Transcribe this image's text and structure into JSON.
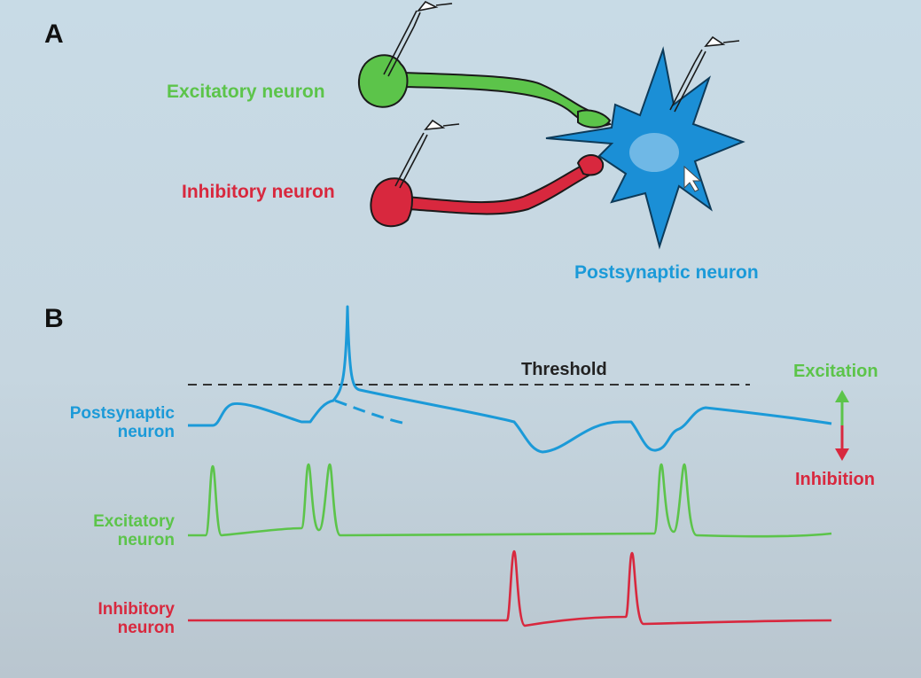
{
  "panel_a": {
    "letter": "A",
    "labels": {
      "excitatory": "Excitatory neuron",
      "inhibitory": "Inhibitory neuron",
      "postsynaptic": "Postsynaptic neuron"
    }
  },
  "panel_b": {
    "letter": "B",
    "threshold_label": "Threshold",
    "traces": {
      "postsynaptic": [
        "Postsynaptic",
        "neuron"
      ],
      "excitatory": [
        "Excitatory",
        "neuron"
      ],
      "inhibitory": [
        "Inhibitory",
        "neuron"
      ]
    },
    "legend": {
      "excitation": "Excitation",
      "inhibition": "Inhibition"
    }
  },
  "colors": {
    "excitatory": "#5cc44a",
    "inhibitory": "#d8283e",
    "postsynaptic": "#1b9ad8",
    "background": "#c8dbe6"
  }
}
